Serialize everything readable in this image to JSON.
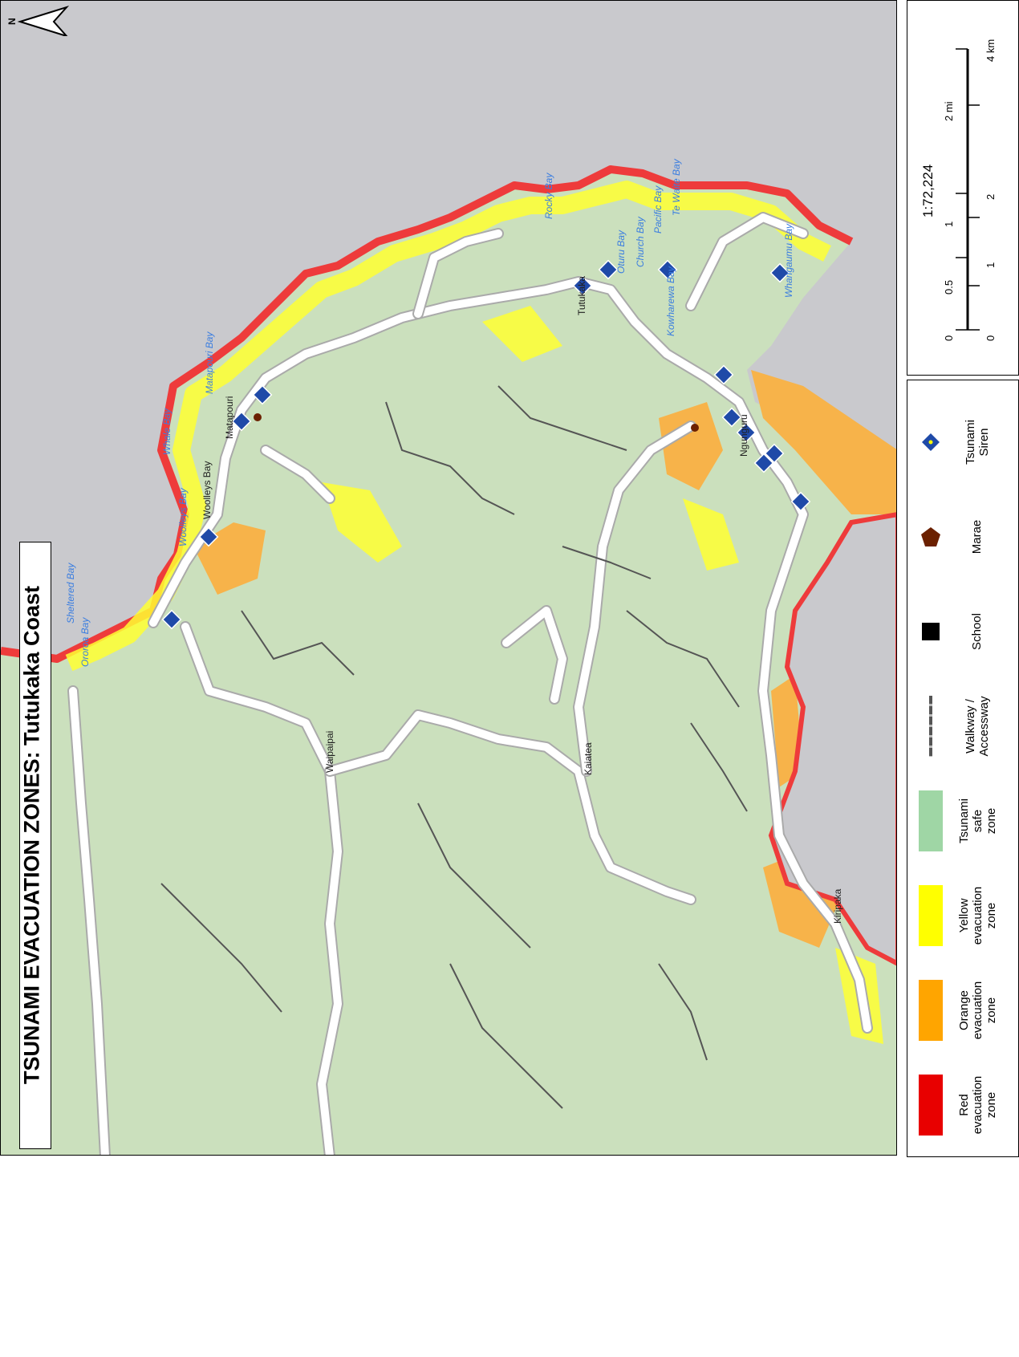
{
  "title": "TSUNAMI EVACUATION ZONES:  Tutukaka Coast",
  "north_label": "N",
  "colors": {
    "sea": "#c9c9cd",
    "safe_zone": "#cbe0bd",
    "yellow_zone": "#ffff33",
    "orange_zone": "#f7b34a",
    "red_zone": "#ee3b3b",
    "road": "#ffffff",
    "road_edge": "#aaaaaa",
    "walkway": "#555555",
    "siren": "#1f4aa8",
    "marae": "#6b2000",
    "bay_label": "#3a7de0"
  },
  "place_names": [
    {
      "label": "Tutukaka"
    },
    {
      "label": "Ngunguru"
    },
    {
      "label": "Matapouri"
    },
    {
      "label": "Woolleys Bay"
    },
    {
      "label": "Waipaipai"
    },
    {
      "label": "Kaiatea"
    },
    {
      "label": "Kiripaka"
    }
  ],
  "bay_names": [
    {
      "label": "Sheltered Bay"
    },
    {
      "label": "Woolleys Bay"
    },
    {
      "label": "Whale Bay"
    },
    {
      "label": "Matapouri Bay"
    },
    {
      "label": "Rocky Bay"
    },
    {
      "label": "Oturu Bay"
    },
    {
      "label": "Church Bay"
    },
    {
      "label": "Pacific Bay"
    },
    {
      "label": "Te Waite Bay"
    },
    {
      "label": "Kowharewa Bay"
    },
    {
      "label": "Whangaumu Bay"
    },
    {
      "label": "Ororoa Bay"
    }
  ],
  "scale": {
    "ratio": "1:72,224",
    "mi_ticks": [
      "0",
      "0.5",
      "1",
      "2 mi"
    ],
    "km_ticks": [
      "0",
      "1",
      "2",
      "4 km"
    ]
  },
  "legend": [
    {
      "label": "Red evacuation zone",
      "lines": [
        "Red",
        "evacuation",
        "zone"
      ],
      "color": "#e80000",
      "kind": "fill"
    },
    {
      "label": "Orange evacuation zone",
      "lines": [
        "Orange",
        "evacuation",
        "zone"
      ],
      "color": "#ffa500",
      "kind": "fill"
    },
    {
      "label": "Yellow evacuation zone",
      "lines": [
        "Yellow",
        "evacuation",
        "zone"
      ],
      "color": "#ffff00",
      "kind": "fill"
    },
    {
      "label": "Tsunami safe zone",
      "lines": [
        "Tsunami",
        "safe",
        "zone"
      ],
      "color": "#9fd6a5",
      "kind": "fill"
    },
    {
      "label": "Walkway / Accessway",
      "lines": [
        "Walkway /",
        "Accessway"
      ],
      "color": "#555555",
      "kind": "dash"
    },
    {
      "label": "School",
      "lines": [
        "School"
      ],
      "color": "#000000",
      "kind": "square"
    },
    {
      "label": "Marae",
      "lines": [
        "Marae"
      ],
      "color": "#6b2000",
      "kind": "pentagon"
    },
    {
      "label": "Tsunami Siren",
      "lines": [
        "Tsunami",
        "Siren"
      ],
      "color": "#1f4aa8",
      "kind": "diamond"
    }
  ]
}
